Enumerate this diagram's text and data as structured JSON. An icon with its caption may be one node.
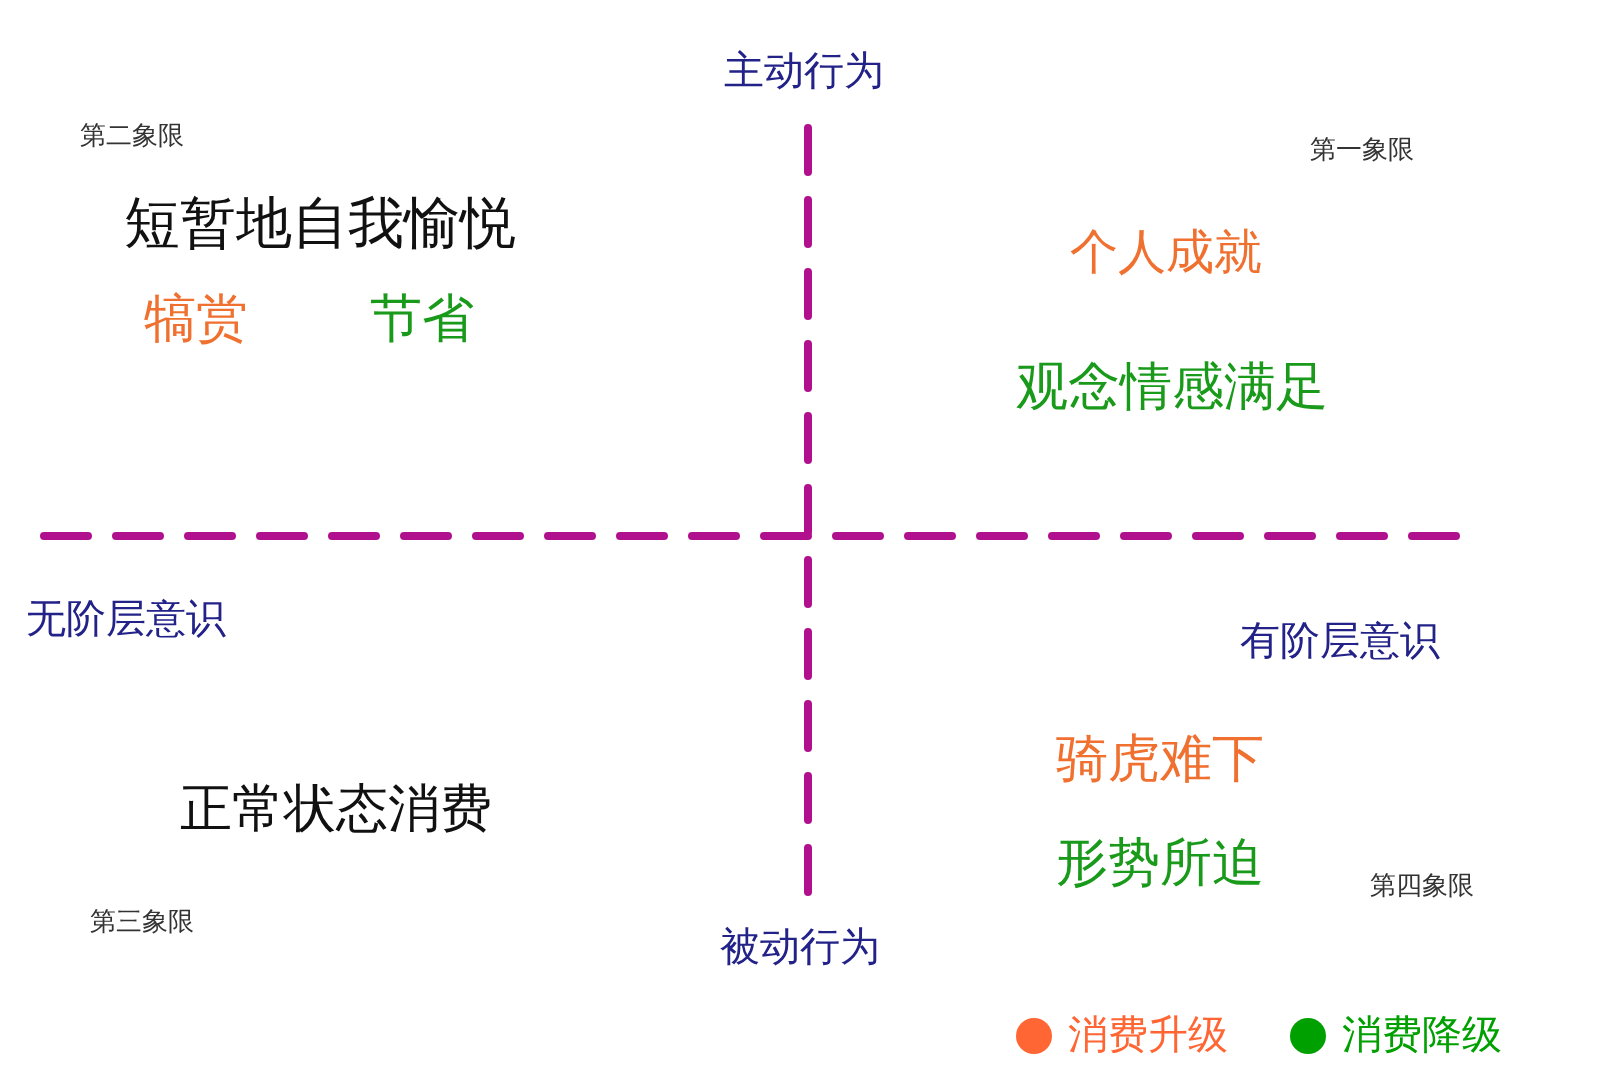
{
  "diagram": {
    "labels": [
      "主动行为",
      "第二象限",
      "第一象限",
      "短暂地自我愉悦",
      "个人成就",
      "犒赏",
      "节省",
      "观念情感满足",
      "无阶层意识",
      "有阶层意识",
      "正常状态消费",
      "骑虎难下",
      "形势所迫",
      "第三象限",
      "第四象限",
      "被动行为"
    ],
    "legend": [
      {
        "text": "消费升级",
        "color": "#ff6633"
      },
      {
        "text": "消费降级",
        "color": "#00a000"
      }
    ]
  }
}
